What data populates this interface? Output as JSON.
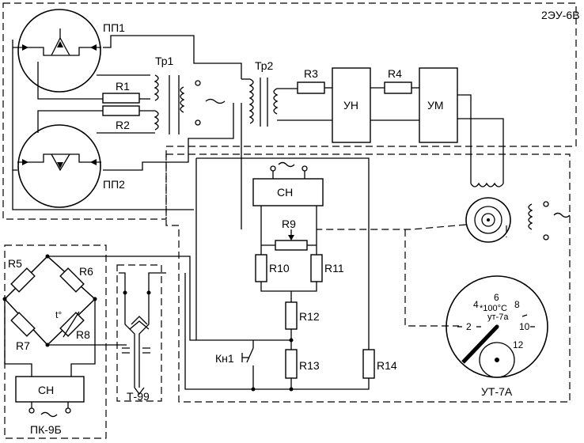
{
  "labels": {
    "unit_2eu": "2ЭУ-6В",
    "pp1": "ПП1",
    "pp2": "ПП2",
    "tr1": "Тр1",
    "tr2": "Тр2",
    "r1": "R1",
    "r2": "R2",
    "r3": "R3",
    "r4": "R4",
    "un": "УН",
    "um": "УМ",
    "sn_main": "СН",
    "r9": "R9",
    "r10": "R10",
    "r11": "R11",
    "r12": "R12",
    "r13": "R13",
    "r14": "R14",
    "kn1": "Кн1",
    "r5": "R5",
    "r6": "R6",
    "r7": "R7",
    "r8": "R8",
    "t_deg": "t°",
    "sn_pk": "СН",
    "pk9b": "ПК-9Б",
    "t99": "Т-99",
    "ut7a": "УТ-7А"
  },
  "gauge": {
    "unit_text": "*100°С",
    "model_text": "ут-7а",
    "ticks": [
      "2",
      "4",
      "6",
      "8",
      "10",
      "12"
    ]
  }
}
